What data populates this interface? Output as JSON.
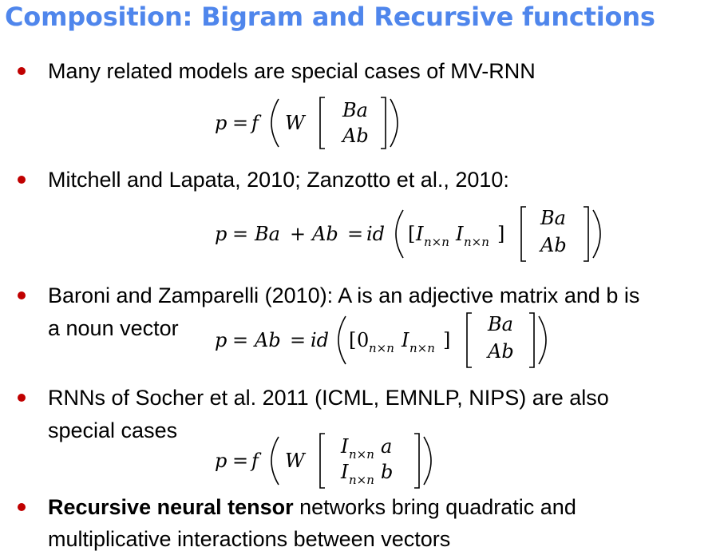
{
  "slide": {
    "title": "Composition: Bigram and Recursive functions",
    "colors": {
      "title": "#4f86ec",
      "bullet": "#c00000",
      "text": "#000000"
    }
  },
  "bullets": [
    {
      "line1": "Many related models are special cases of MV-RNN"
    },
    {
      "line1": "Mitchell and Lapata, 2010; Zanzotto et al., 2010:"
    },
    {
      "line1": "Baroni and Zamparelli (2010): A is an adjective matrix and b is",
      "line2": "a noun vector"
    },
    {
      "line1": "RNNs of Socher et al. 2011 (ICML, EMNLP, NIPS) are also",
      "line2": "special cases"
    },
    {
      "bold": "Recursive neural tensor",
      "rest": " networks bring quadratic and",
      "line2": "multiplicative interactions between vectors"
    }
  ],
  "equations": {
    "eq1": {
      "lhs": "p",
      "f": "f",
      "W": "W",
      "top": "Ba",
      "bottom": "Ab"
    },
    "eq2": {
      "lhs": "p",
      "t1": "Ba",
      "t2": "Ab",
      "id": "id",
      "I": "I",
      "sub": "n×n",
      "top": "Ba",
      "bottom": "Ab"
    },
    "eq3": {
      "lhs": "p",
      "t1": "Ab",
      "id": "id",
      "zero": "0",
      "I": "I",
      "sub": "n×n",
      "top": "Ba",
      "bottom": "Ab"
    },
    "eq4": {
      "lhs": "p",
      "f": "f",
      "W": "W",
      "I": "I",
      "sub": "n×n",
      "a": "a",
      "b": "b"
    }
  },
  "symbols": {
    "equals": "=",
    "plus": "+",
    "lbracket": "[",
    "rbracket": "]"
  }
}
